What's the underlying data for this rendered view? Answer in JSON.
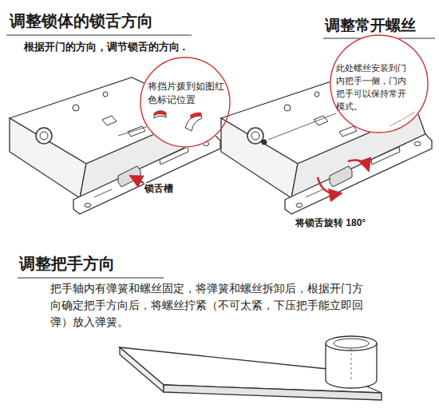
{
  "diagram": {
    "nodes": [
      {
        "text": [
          "将挡片拨到如图红色标记位置"
        ]
      },
      {
        "text": [
          "此处螺丝安装到门内把手一侧，门内把手可以保持常开模式。"
        ]
      }
    ],
    "labels": [
      "调整锁体的锁舌方向",
      "根据开门的方向，调节锁舌的方向 .",
      "锁舌槽",
      "调整常开螺丝",
      "将锁舌旋转 180°",
      "调整把手方向",
      "把手轴内有弹簧和螺丝固定，将弹簧和螺丝拆卸后，根据开门方向确定把手方向后，将螺丝拧紧（不可太紧，下压把手能立即回弹）放入弹簧。"
    ]
  }
}
